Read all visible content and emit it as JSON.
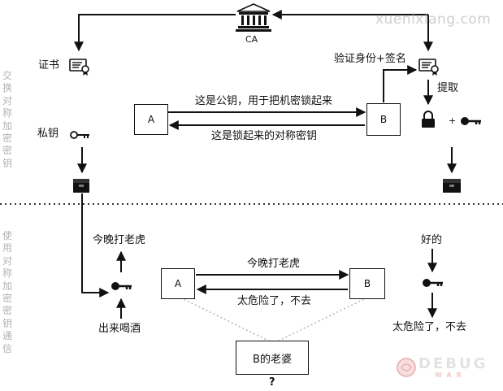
{
  "watermark": "xuenixiang.com",
  "ca_label": "CA",
  "section_top": {
    "vertical_label": "交换对称加密密钥",
    "cert_label": "证书",
    "private_key_label": "私钥",
    "verify_label": "验证身份+签名",
    "extract_label": "提取",
    "plus": "+",
    "box_a": "A",
    "box_b": "B",
    "arrow_ab": "这是公钥，用于把机密锁起来",
    "arrow_ba": "这是锁起来的对称密钥"
  },
  "section_bottom": {
    "vertical_label": "使用对称加密密钥通信",
    "left_top": "今晚打老虎",
    "left_bottom": "出来喝酒",
    "box_a": "A",
    "box_b": "B",
    "arrow_ab": "今晚打老虎",
    "arrow_ba": "太危险了，不去",
    "right_top": "好的",
    "right_bottom": "太危险了，不去",
    "wife_box": "B的老婆",
    "question": "?"
  },
  "logo": {
    "line1": "DEBUG",
    "line2": "WAR"
  },
  "colors": {
    "line": "#111111",
    "divider": "#333333",
    "dotted": "#b5b5b5",
    "vertical_text": "#b3b3b3"
  }
}
